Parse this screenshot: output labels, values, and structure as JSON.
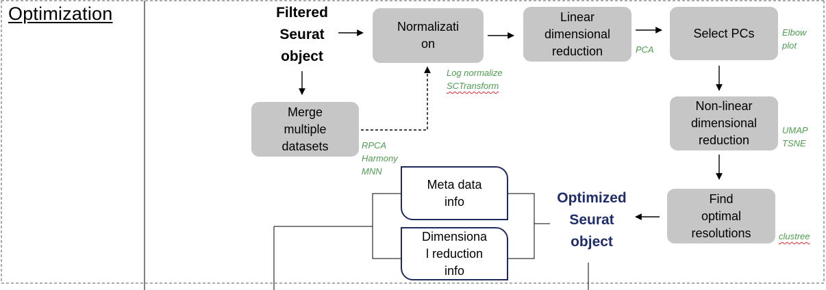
{
  "section_title": "Optimization",
  "nodes": {
    "filtered": "Filtered\nSeurat\nobject",
    "normalization": "Normalizati\non",
    "linear": "Linear\ndimensional\nreduction",
    "select_pcs": "Select PCs",
    "merge": "Merge\nmultiple\ndatasets",
    "nonlinear": "Non-linear\ndimensional\nreduction",
    "find_resolutions": "Find\noptimal\nresolutions",
    "optimized": "Optimized\nSeurat\nobject",
    "meta_info": "Meta data\ninfo",
    "dim_info": "Dimensiona\nl reduction\ninfo"
  },
  "annotations": {
    "norm_methods": [
      "Log normalize",
      "SCTransform"
    ],
    "pca": "PCA",
    "elbow": "Elbow\nplot",
    "integration": "RPCA\nHarmony\nMNN",
    "umap_tsne": "UMAP\nTSNE",
    "clustree": "clustree"
  },
  "colors": {
    "box_fill": "#c6c6c6",
    "annotation_green": "#4e9d4e",
    "object_blue": "#1f2d6b",
    "spellcheck_red": "#e0242a"
  }
}
